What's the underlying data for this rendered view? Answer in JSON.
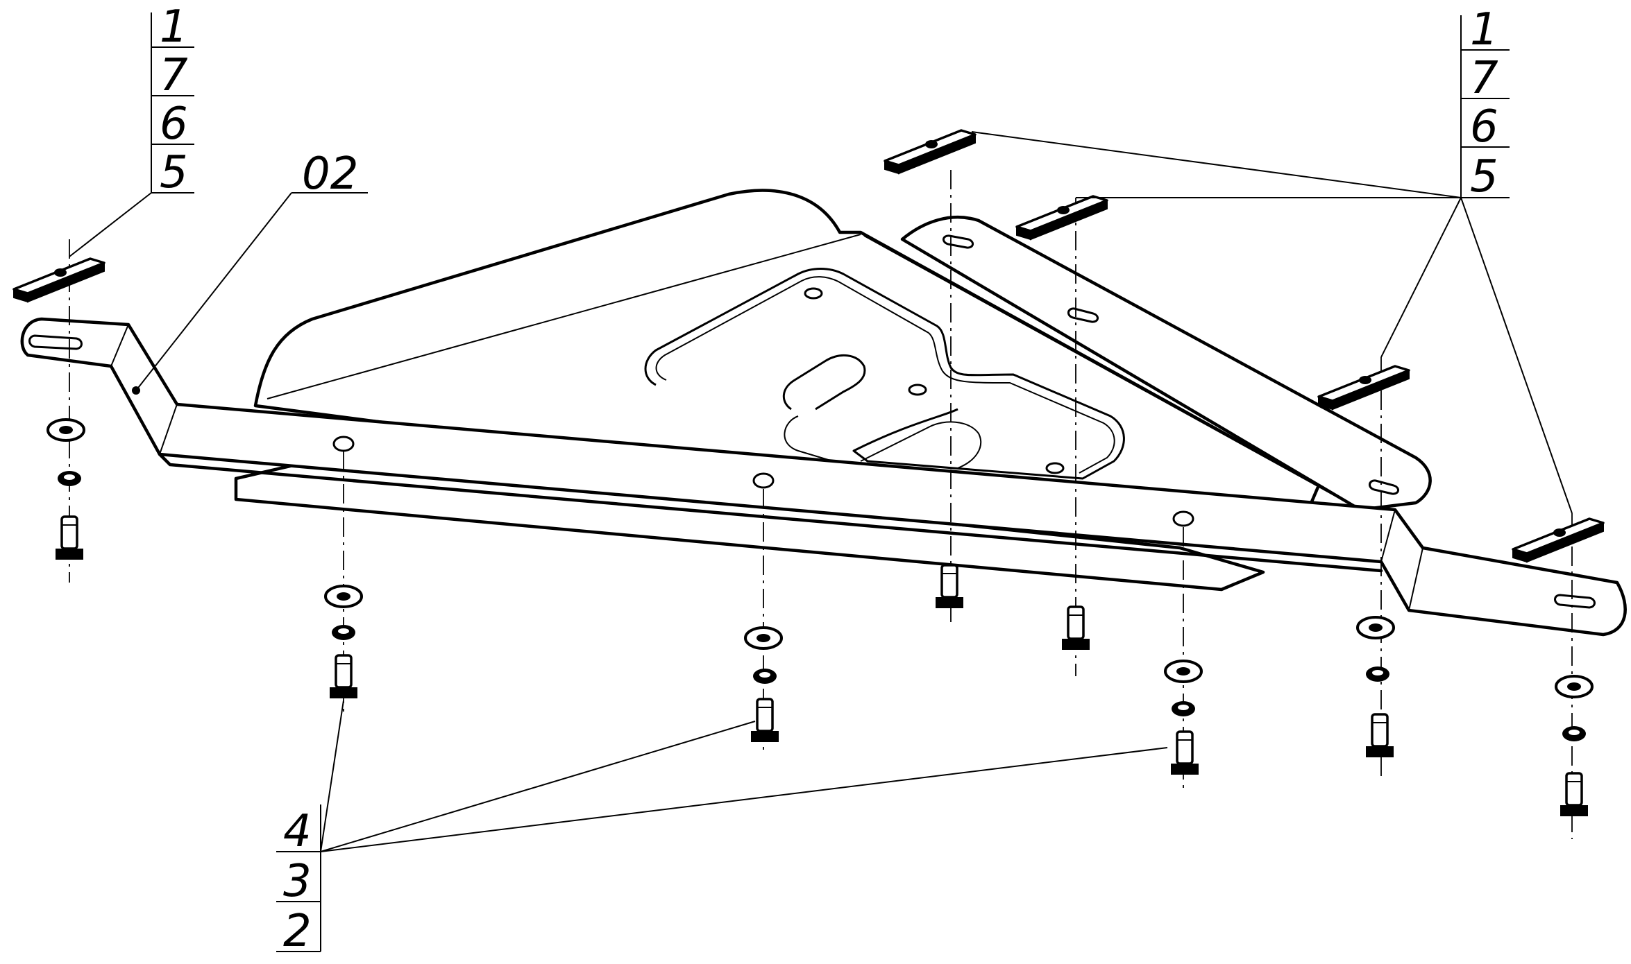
{
  "labels": {
    "left_stack": [
      "1",
      "7",
      "6",
      "5"
    ],
    "right_stack": [
      "1",
      "7",
      "6",
      "5"
    ],
    "bottom_stack": [
      "4",
      "3",
      "2"
    ],
    "part": "02"
  }
}
